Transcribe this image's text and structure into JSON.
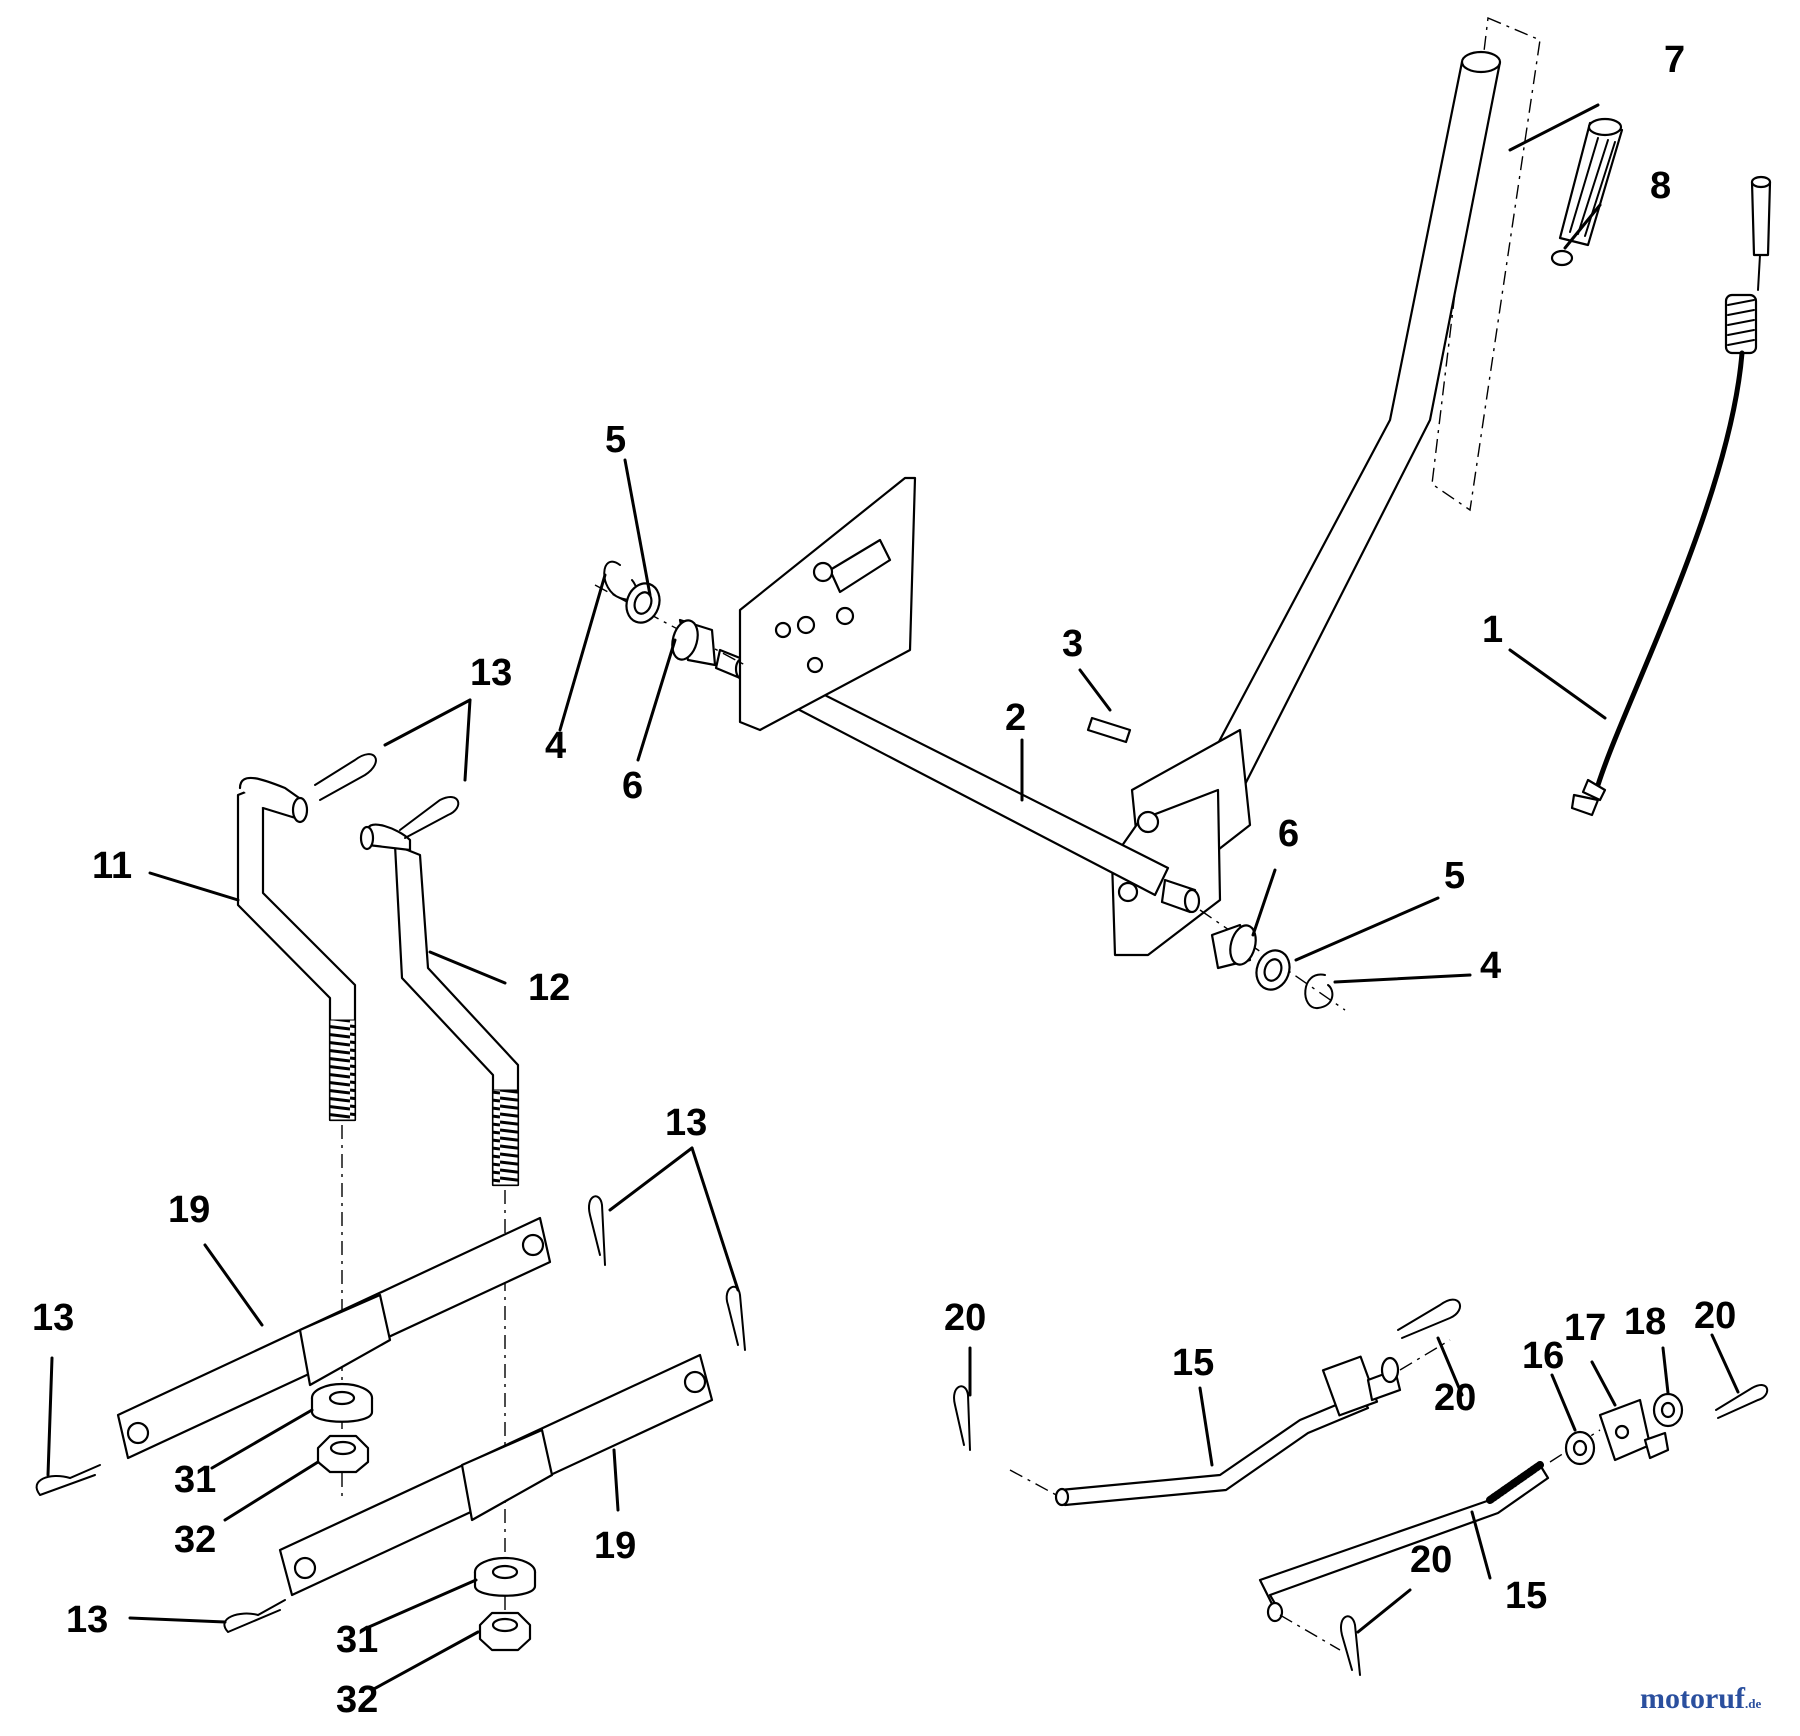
{
  "callouts": {
    "c1": "1",
    "c2": "2",
    "c3": "3",
    "c4a": "4",
    "c4b": "4",
    "c5a": "5",
    "c5b": "5",
    "c6a": "6",
    "c6b": "6",
    "c7": "7",
    "c8": "8",
    "c11": "11",
    "c12": "12",
    "c13a": "13",
    "c13b": "13",
    "c13c": "13",
    "c13d": "13",
    "c15a": "15",
    "c15b": "15",
    "c16": "16",
    "c17": "17",
    "c18": "18",
    "c19a": "19",
    "c19b": "19",
    "c20a": "20",
    "c20b": "20",
    "c20c": "20",
    "c20d": "20",
    "c31a": "31",
    "c31b": "31",
    "c32a": "32",
    "c32b": "32"
  },
  "watermark": {
    "brand": "motoruf",
    "suffix": ".de",
    "color": "#2a4f9e"
  }
}
